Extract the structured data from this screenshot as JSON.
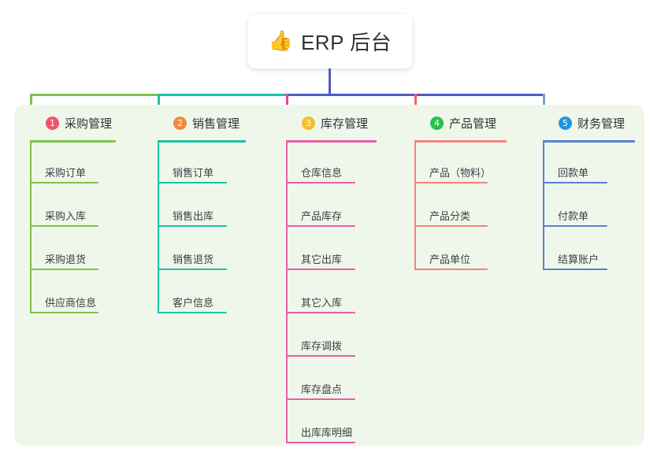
{
  "root": {
    "icon": "thumbs-up-icon",
    "icon_glyph": "👍",
    "title": "ERP 后台"
  },
  "theme": {
    "panel_bg": "#eff7ea",
    "page_bg": "#ffffff",
    "trunk_color": "#4e5bc6",
    "bus_left_color": "#7fc24a",
    "bus_mid_color": "#18c3a6",
    "bus_right_color": "#4e5bc6",
    "text_color": "#2f3338"
  },
  "columns": [
    {
      "badge": "1",
      "badge_color": "#f0536b",
      "title": "采购管理",
      "accent": "#7fc24a",
      "drop_color": "#7fc24a",
      "items": [
        {
          "label": "采购订单"
        },
        {
          "label": "采购入库"
        },
        {
          "label": "采购退货"
        },
        {
          "label": "供应商信息"
        }
      ]
    },
    {
      "badge": "2",
      "badge_color": "#f4893c",
      "title": "销售管理",
      "accent": "#18c3a6",
      "drop_color": "#18c3a6",
      "items": [
        {
          "label": "销售订单"
        },
        {
          "label": "销售出库"
        },
        {
          "label": "销售退货"
        },
        {
          "label": "客户信息"
        }
      ]
    },
    {
      "badge": "3",
      "badge_color": "#f5c026",
      "title": "库存管理",
      "accent": "#ee5bab",
      "drop_color": "#ee3f9e",
      "items": [
        {
          "label": "仓库信息"
        },
        {
          "label": "产品库存"
        },
        {
          "label": "其它出库"
        },
        {
          "label": "其它入库"
        },
        {
          "label": "库存调拨"
        },
        {
          "label": "库存盘点"
        },
        {
          "label": "出库库明细"
        }
      ]
    },
    {
      "badge": "4",
      "badge_color": "#27c24c",
      "title": "产品管理",
      "accent": "#f4837c",
      "drop_color": "#f4605a",
      "items": [
        {
          "label": "产品（物料）"
        },
        {
          "label": "产品分类"
        },
        {
          "label": "产品单位"
        }
      ]
    },
    {
      "badge": "5",
      "badge_color": "#2196dd",
      "title": "财务管理",
      "accent": "#5b7fd4",
      "drop_color": "#7f9ce0",
      "items": [
        {
          "label": "回款单"
        },
        {
          "label": "付款单"
        },
        {
          "label": "结算账户"
        }
      ]
    }
  ]
}
